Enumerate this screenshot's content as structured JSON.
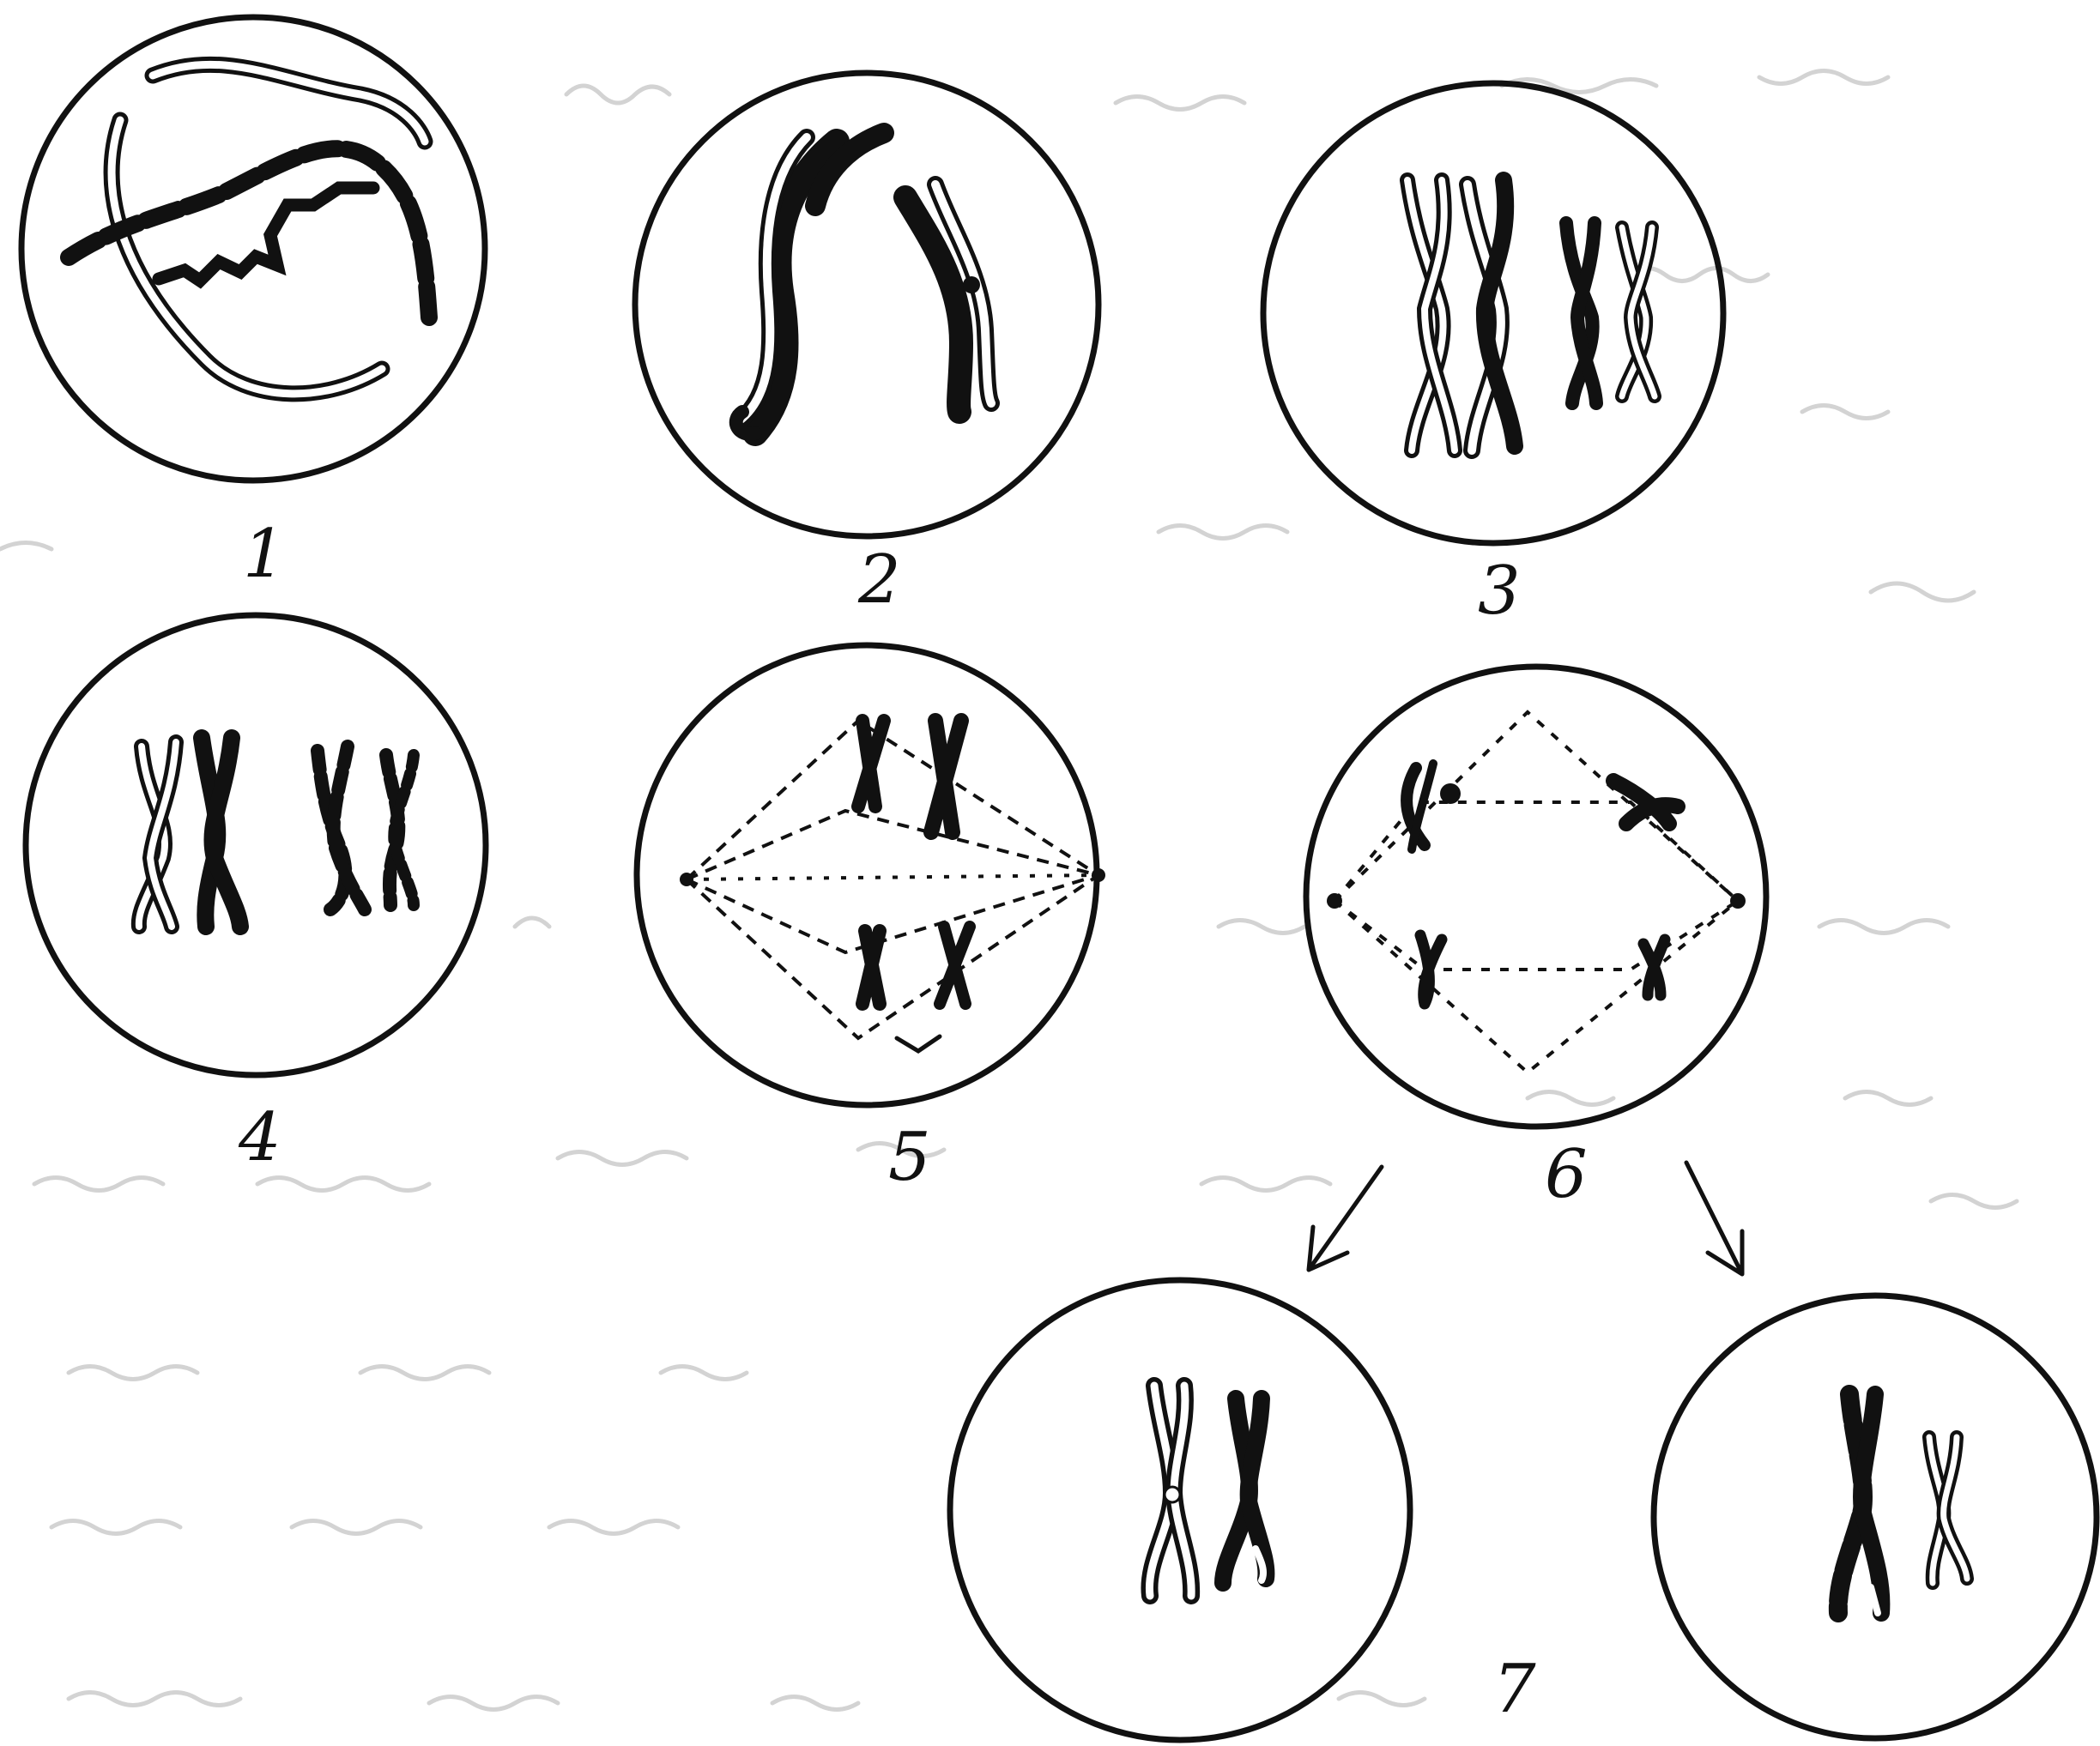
{
  "diagram": {
    "stages": [
      {
        "id": "1",
        "label": "1"
      },
      {
        "id": "2",
        "label": "2"
      },
      {
        "id": "3",
        "label": "3"
      },
      {
        "id": "4",
        "label": "4"
      },
      {
        "id": "5",
        "label": "5"
      },
      {
        "id": "6",
        "label": "6"
      },
      {
        "id": "7",
        "label": "7"
      }
    ],
    "colors": {
      "ink": "#111111",
      "paper": "#ffffff",
      "background_text": "#b8b8b8"
    }
  }
}
